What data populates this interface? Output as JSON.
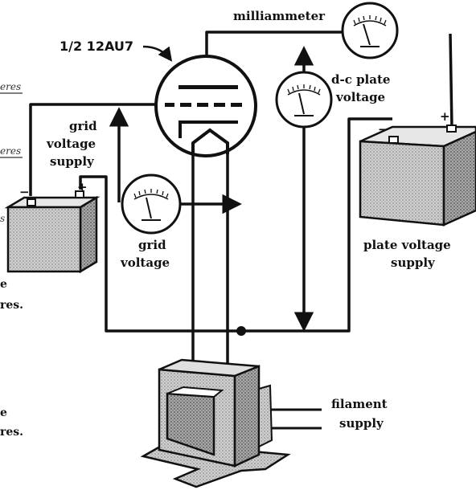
{
  "labels": {
    "tube": "1/2 12AU7",
    "milliammeter": "milliammeter",
    "dc_plate_voltage_1": "d-c plate",
    "dc_plate_voltage_2": "voltage",
    "grid_supply_1": "grid",
    "grid_supply_2": "voltage",
    "grid_supply_3": "supply",
    "grid_voltage_1": "grid",
    "grid_voltage_2": "voltage",
    "plate_supply_1": "plate voltage",
    "plate_supply_2": "supply",
    "filament_1": "filament",
    "filament_2": "supply"
  },
  "polarity": {
    "minus": "−",
    "plus": "+"
  },
  "margin_fragments": {
    "f1": "eres",
    "f2": "eres",
    "f3": "s",
    "f4": "e",
    "f5": "res.",
    "f6": "e",
    "f7": "res."
  }
}
